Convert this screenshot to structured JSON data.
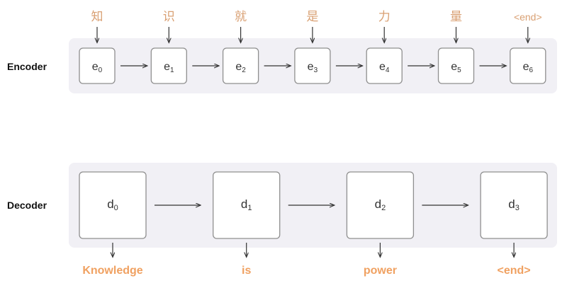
{
  "encoder": {
    "label": "Encoder",
    "inputs": [
      "知",
      "识",
      "就",
      "是",
      "力",
      "量",
      "<end>"
    ],
    "nodes": [
      {
        "base": "e",
        "sub": "0"
      },
      {
        "base": "e",
        "sub": "1"
      },
      {
        "base": "e",
        "sub": "2"
      },
      {
        "base": "e",
        "sub": "3"
      },
      {
        "base": "e",
        "sub": "4"
      },
      {
        "base": "e",
        "sub": "5"
      },
      {
        "base": "e",
        "sub": "6"
      }
    ]
  },
  "decoder": {
    "label": "Decoder",
    "nodes": [
      {
        "base": "d",
        "sub": "0"
      },
      {
        "base": "d",
        "sub": "1"
      },
      {
        "base": "d",
        "sub": "2"
      },
      {
        "base": "d",
        "sub": "3"
      }
    ],
    "outputs": [
      "Knowledge",
      "is",
      "power",
      "<end>"
    ]
  },
  "colors": {
    "input_token": "#d9a073",
    "output_token": "#f0a161",
    "panel": "#f1f0f5"
  }
}
